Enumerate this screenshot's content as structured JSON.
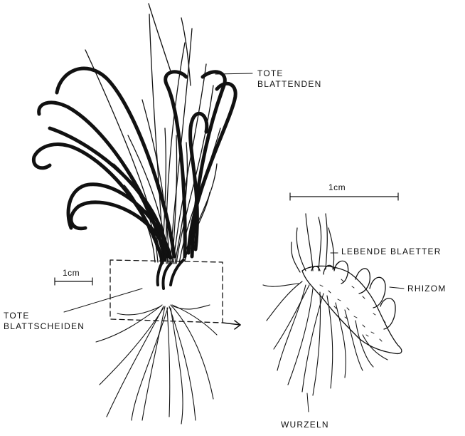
{
  "labels": {
    "dead_leaf_tips": [
      "TOTE",
      "BLATTENDEN"
    ],
    "dead_leaf_sheaths": [
      "TOTE",
      "BLATTSCHEIDEN"
    ],
    "living_leaves": "LEBENDE BLAETTER",
    "rhizome": "RHIZOM",
    "roots": "WURZELN",
    "scale_left": "1cm",
    "scale_right": "1cm"
  },
  "colors": {
    "ink": "#111111",
    "background": "#ffffff"
  }
}
